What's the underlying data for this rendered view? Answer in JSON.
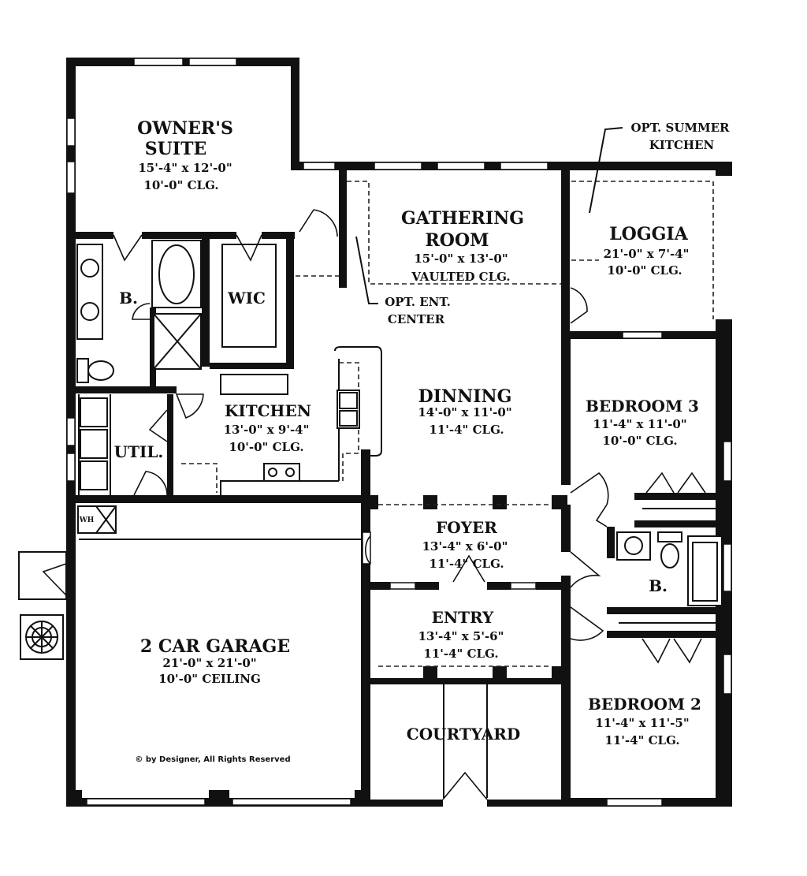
{
  "rooms": {
    "owners_suite": {
      "name_line1": "OWNER'S",
      "name_line2": "SUITE",
      "size": "15'-4\" x 12'-0\"",
      "ceiling": "10'-0\" CLG."
    },
    "gathering_room": {
      "name_line1": "GATHERING",
      "name_line2": "ROOM",
      "size": "15'-0\" x 13'-0\"",
      "ceiling": "VAULTED CLG."
    },
    "loggia": {
      "name": "LOGGIA",
      "size": "21'-0\" x 7'-4\"",
      "ceiling": "10'-0\" CLG."
    },
    "owner_bath": {
      "name": "B."
    },
    "wic": {
      "name": "WIC"
    },
    "kitchen": {
      "name": "KITCHEN",
      "size": "13'-0\" x 9'-4\"",
      "ceiling": "10'-0\" CLG."
    },
    "dinning": {
      "name": "DINNING",
      "size": "14'-0\" x 11'-0\"",
      "ceiling": "11'-4\" CLG."
    },
    "bedroom3": {
      "name": "BEDROOM 3",
      "size": "11'-4\" x 11'-0\"",
      "ceiling": "10'-0\" CLG."
    },
    "util": {
      "name": "UTIL."
    },
    "foyer": {
      "name": "FOYER",
      "size": "13'-4\" x 6'-0\"",
      "ceiling": "11'-4\" CLG."
    },
    "hall_bath": {
      "name": "B."
    },
    "entry": {
      "name": "ENTRY",
      "size": "13'-4\" x 5'-6\"",
      "ceiling": "11'-4\" CLG."
    },
    "garage": {
      "name": "2 CAR GARAGE",
      "size": "21'-0\" x 21'-0\"",
      "ceiling": "10'-0\" CEILING"
    },
    "courtyard": {
      "name": "COURTYARD"
    },
    "bedroom2": {
      "name": "BEDROOM 2",
      "size": "11'-4\" x 11'-5\"",
      "ceiling": "11'-4\" CLG."
    }
  },
  "notes": {
    "summer_kitchen_line1": "OPT. SUMMER",
    "summer_kitchen_line2": "KITCHEN",
    "ent_center_line1": "OPT. ENT.",
    "ent_center_line2": "CENTER",
    "wh": "WH"
  },
  "copyright": "© by Designer, All Rights Reserved"
}
